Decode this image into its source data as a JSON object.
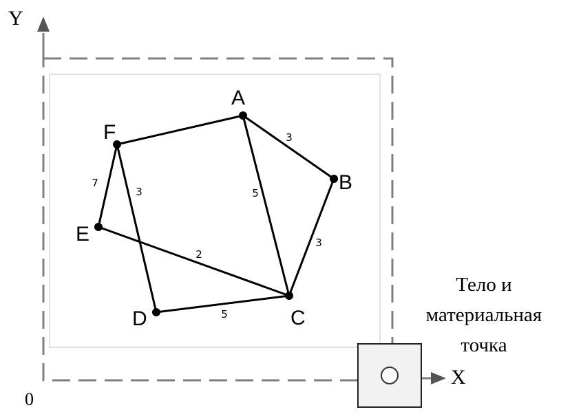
{
  "axes": {
    "y_label": "Y",
    "x_label": "X",
    "origin_label": "0"
  },
  "graph": {
    "nodes": [
      {
        "id": "A",
        "label": "A"
      },
      {
        "id": "B",
        "label": "B"
      },
      {
        "id": "C",
        "label": "C"
      },
      {
        "id": "D",
        "label": "D"
      },
      {
        "id": "E",
        "label": "E"
      },
      {
        "id": "F",
        "label": "F"
      }
    ],
    "edges": [
      {
        "from": "A",
        "to": "B",
        "weight": "3"
      },
      {
        "from": "B",
        "to": "C",
        "weight": "3"
      },
      {
        "from": "A",
        "to": "C",
        "weight": "5"
      },
      {
        "from": "C",
        "to": "D",
        "weight": "5"
      },
      {
        "from": "C",
        "to": "E",
        "weight": "2"
      },
      {
        "from": "E",
        "to": "F",
        "weight": "7"
      },
      {
        "from": "F",
        "to": "D",
        "weight": "3"
      },
      {
        "from": "F",
        "to": "A",
        "weight": ""
      }
    ]
  },
  "caption": {
    "line1": "Тело и",
    "line2": "материальная",
    "line3": "точка"
  },
  "colors": {
    "stroke": "#000000",
    "dashed_border": "#7f7f7f",
    "inner_border": "#d9d9d9"
  }
}
